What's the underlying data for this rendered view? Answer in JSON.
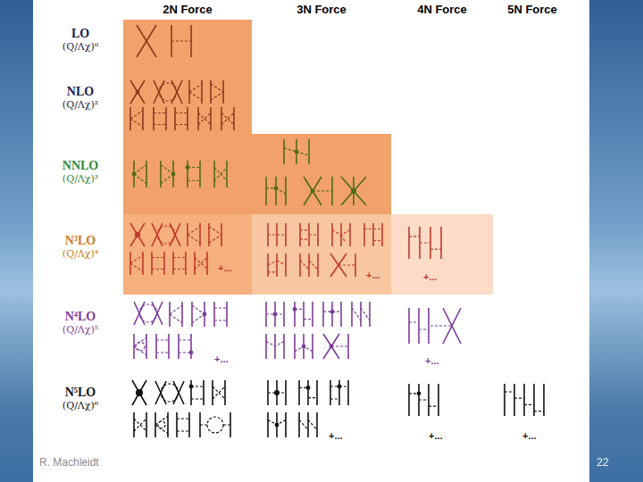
{
  "diagram": {
    "labels": [
      "2N Force",
      "3N Force",
      "4N Force",
      "5N Force",
      "LO",
      "(Q/Λχ)⁰",
      "NLO",
      "(Q/Λχ)²",
      "NNLO",
      "(Q/Λχ)³",
      "N³LO",
      "(Q/Λχ)⁴",
      "N⁴LO",
      "(Q/Λχ)⁵",
      "N⁵LO",
      "(Q/Λχ)⁶",
      "+...",
      "+...",
      "+...",
      "+...",
      "+...",
      "+...",
      "+...",
      "+...",
      "R. Machleidt",
      "22"
    ]
  }
}
